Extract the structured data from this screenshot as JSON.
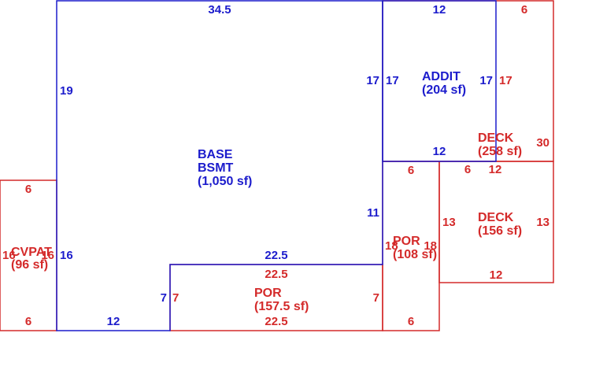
{
  "colors": {
    "main": "#1c1ccc",
    "attached": "#d42a2a"
  },
  "areas": {
    "base": {
      "name1": "BASE",
      "name2": "BSMT",
      "area": "(1,050 sf)"
    },
    "addit": {
      "name": "ADDIT",
      "area": "(204 sf)"
    },
    "deck_upper": {
      "name": "DECK",
      "area": "(258 sf)"
    },
    "deck_lower": {
      "name": "DECK",
      "area": "(156 sf)"
    },
    "por_small": {
      "name": "POR",
      "area": "(108 sf)"
    },
    "por_large": {
      "name": "POR",
      "area": "(157.5 sf)"
    },
    "cvpat": {
      "name": "CVPAT",
      "area": "(96 sf)"
    }
  },
  "dimensions": {
    "base_top": "34.5",
    "base_left": "19",
    "base_right_upper": "17",
    "base_right_lower": "11",
    "base_left_lower": "16",
    "base_bottom": "12",
    "base_notch_side": "7",
    "base_notch_top": "22.5",
    "addit_top": "12",
    "addit_left": "17",
    "addit_right": "17",
    "addit_bottom": "12",
    "deck_upper_top": "6",
    "deck_upper_left": "17",
    "deck_upper_right": "30",
    "deck_upper_bottom_a": "6",
    "deck_upper_bottom_b": "12",
    "deck_lower_left": "13",
    "deck_lower_right": "13",
    "deck_lower_bottom": "12",
    "por_small_top": "6",
    "por_small_left": "18",
    "por_small_right": "18",
    "por_small_bottom": "6",
    "por_large_top": "22.5",
    "por_large_left": "7",
    "por_large_right": "7",
    "por_large_bottom": "22.5",
    "cvpat_top": "6",
    "cvpat_left": "16",
    "cvpat_right": "16",
    "cvpat_bottom": "6"
  }
}
